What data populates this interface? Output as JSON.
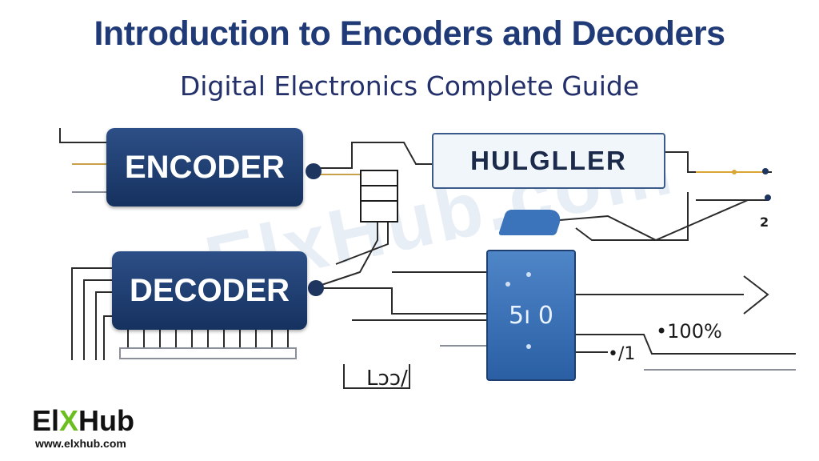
{
  "header": {
    "title": "Introduction to Encoders and Decoders",
    "subtitle": "Digital Electronics Complete Guide"
  },
  "diagram": {
    "encoder_label": "ENCODER",
    "decoder_label": "DECODER",
    "third_block_label": "HULGLLER",
    "chip_label": "5ı 0",
    "output_label_1": "•100%",
    "output_label_2": "•/1",
    "output_label_3": "2",
    "ground_label": "Lɔɔ/",
    "watermark": "ElxHub.com"
  },
  "logo": {
    "part1": "El",
    "part2": "X",
    "part3": "Hub",
    "url": "www.elxhub.com"
  },
  "colors": {
    "title": "#1f3a76",
    "chip_dark": "#15315f",
    "chip_blue": "#2a5fa4",
    "logo_green": "#6abf1e"
  }
}
